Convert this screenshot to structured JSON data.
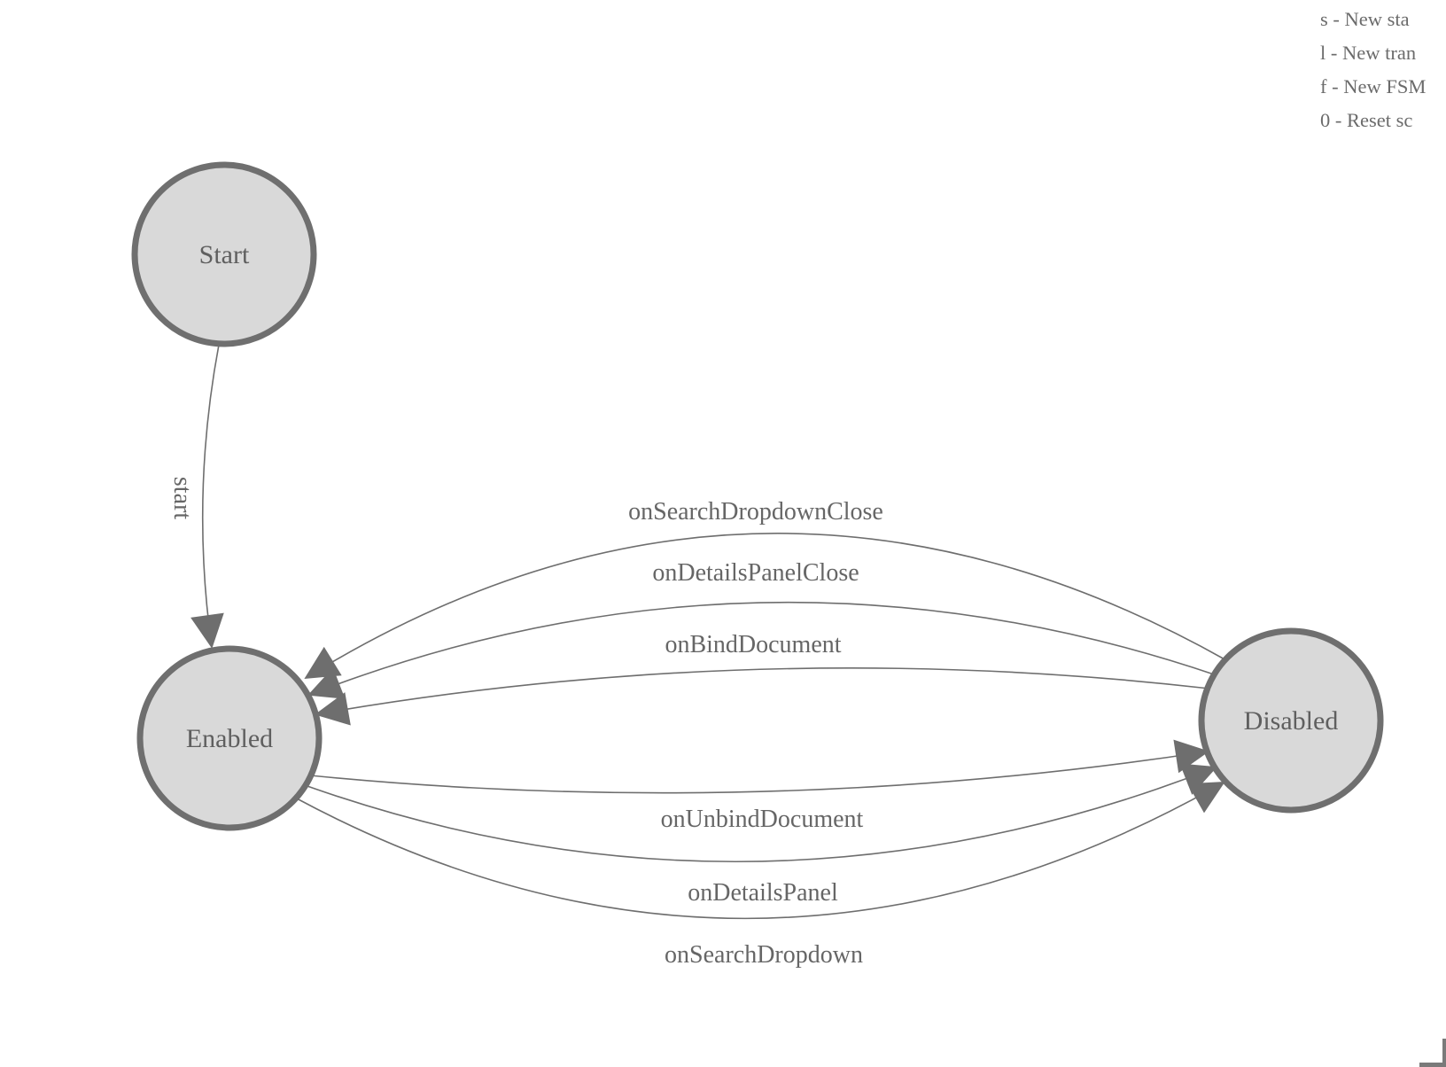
{
  "fsm": {
    "nodes": [
      {
        "id": "start-node",
        "label": "Start"
      },
      {
        "id": "enabled-node",
        "label": "Enabled"
      },
      {
        "id": "disabled-node",
        "label": "Disabled"
      }
    ],
    "edges": [
      {
        "label": "start",
        "from": "Start",
        "to": "Enabled"
      },
      {
        "label": "onSearchDropdownClose",
        "from": "Disabled",
        "to": "Enabled"
      },
      {
        "label": "onDetailsPanelClose",
        "from": "Disabled",
        "to": "Enabled"
      },
      {
        "label": "onBindDocument",
        "from": "Disabled",
        "to": "Enabled"
      },
      {
        "label": "onUnbindDocument",
        "from": "Enabled",
        "to": "Disabled"
      },
      {
        "label": "onDetailsPanel",
        "from": "Enabled",
        "to": "Disabled"
      },
      {
        "label": "onSearchDropdown",
        "from": "Enabled",
        "to": "Disabled"
      }
    ],
    "colors": {
      "node_fill": "#d9d9d9",
      "node_stroke": "#6f6f6f",
      "edge_stroke": "#6e6e6e",
      "arrow_fill": "#6e6e6e",
      "label_text": "#666666"
    }
  },
  "hints": {
    "lines": [
      "s - New sta",
      "l - New tran",
      "f - New FSM",
      "0 - Reset sc"
    ]
  }
}
